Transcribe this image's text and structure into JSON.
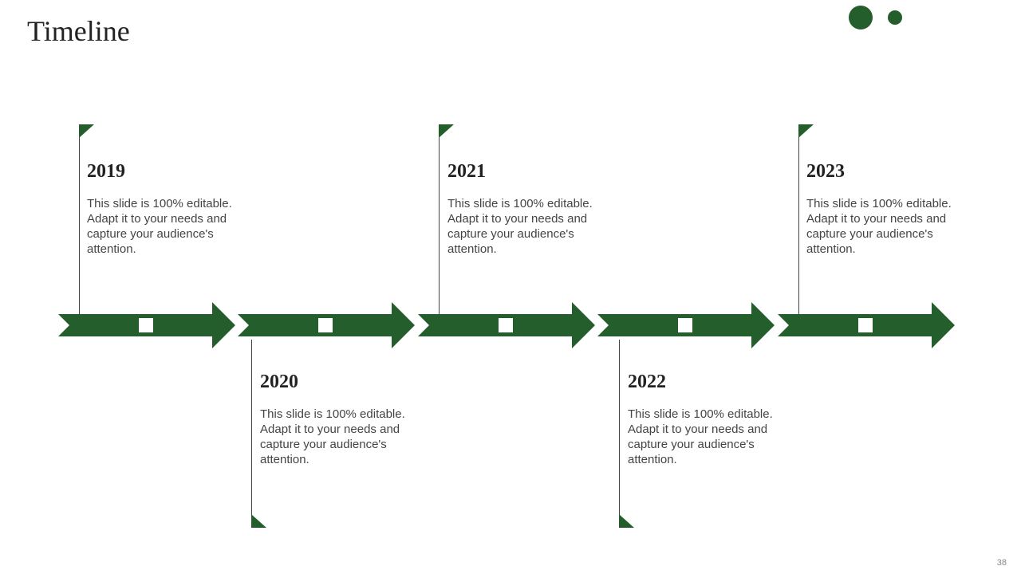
{
  "slide": {
    "title": "Timeline",
    "page_number": "38",
    "accent_color": "#245E2D"
  },
  "events": [
    {
      "year": "2019",
      "description": "This slide is 100% editable. Adapt it to your needs and capture your audience's attention.",
      "position": "top"
    },
    {
      "year": "2020",
      "description": "This slide is 100% editable. Adapt it to your needs and capture your audience's attention.",
      "position": "bottom"
    },
    {
      "year": "2021",
      "description": "This slide is 100% editable. Adapt it to your needs and capture your audience's attention.",
      "position": "top"
    },
    {
      "year": "2022",
      "description": "This slide is 100% editable. Adapt it to your needs and capture your audience's attention.",
      "position": "bottom"
    },
    {
      "year": "2023",
      "description": "This slide is 100% editable. Adapt it to your needs and capture your audience's attention.",
      "position": "top"
    }
  ]
}
